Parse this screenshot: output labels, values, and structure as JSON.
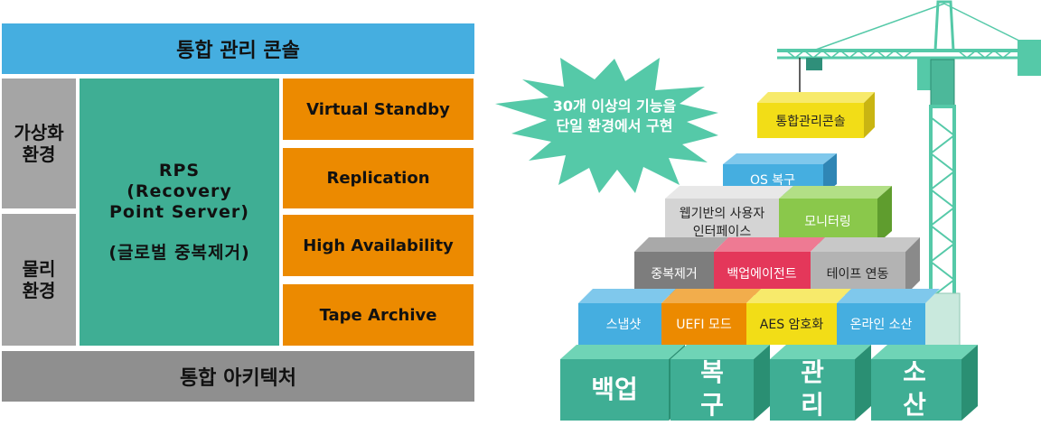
{
  "left": {
    "top_bar": "통합 관리 콘솔",
    "virtual_env": "가상화\n환경",
    "physical_env": "물리\n환경",
    "rps": "RPS\n(Recovery\nPoint Server)\n\n(글로벌 중복제거)",
    "features": [
      "Virtual Standby",
      "Replication",
      "High Availability",
      "Tape Archive"
    ],
    "bottom_bar": "통합 아키텍처"
  },
  "right": {
    "starburst": [
      "30개 이상의 기능을",
      "단일 환경에서 구현"
    ],
    "blocks": {
      "console": "통합관리콘솔",
      "os_recovery": "OS 복구",
      "web_ui": [
        "웹기반의 사용자",
        "인터페이스"
      ],
      "monitoring": "모니터링",
      "dedup": "중복제거",
      "backup_agent": "백업에이전트",
      "tape": "테이프 연동",
      "snapshot": "스냅샷",
      "uefi": "UEFI 모드",
      "aes": "AES 암호화",
      "online": "온라인 소산",
      "base": [
        "백업",
        "복\n구",
        "관\n리",
        "소\n산"
      ]
    }
  },
  "colors": {
    "blue": "#45aee0",
    "gray": "#a5a5a5",
    "teal": "#3fae94",
    "orange": "#ec8a00",
    "crane": "#55c9a8",
    "yellow": "#f2dd17",
    "pink": "#e4375a",
    "green": "#8ac84b"
  }
}
